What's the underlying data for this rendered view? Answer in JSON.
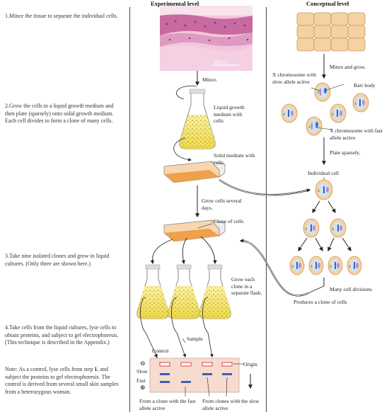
{
  "headers": {
    "experimental": "Experimental level",
    "conceptual": "Conceptual level"
  },
  "steps": [
    "1.Mince the tissue to separate the individual cells.",
    "2.Grow the cells in a liquid growth medium and then plate (sparsely) onto solid growth medium. Each cell divides to form a clone of many cells.",
    "3.Take nine isolated clones and grow in liquid cultures. (Only three are shown here.)",
    "4.Take cells from the liquid cultures, lyse cells to obtain proteins, and subject to gel electrophoresis. (This technique is described in the Appendix.)"
  ],
  "note": {
    "prefix": "Note: As a control, lyse cells from step ",
    "bold": "1",
    "suffix": ", and subject the proteins to gel electrophoresis. The control is derived from several small skin samples from a heterozygous woman."
  },
  "experimental_labels": {
    "scale_bar": "250 µm",
    "mince": "Mince.",
    "liquid_medium": "Liquid growth medium with cells",
    "solid_medium": "Solid medium with cells",
    "grow_days": "Grow cells several days.",
    "clone_of_cells": "Clone of cells",
    "grow_each_clone": "Grow each clone in a separate flask.",
    "sample": "Sample",
    "control": "Control",
    "origin": "Origin",
    "slow": "Slow",
    "fast": "Fast",
    "minus_sign": "⊖",
    "plus_sign": "⊕",
    "from_fast": "From a clone with the fast allele active",
    "from_slow": "From clones with the slow allele active"
  },
  "conceptual_labels": {
    "mince_grow": "Mince and grow.",
    "x_slow": "X chromosome with slow allele active",
    "barr_body": "Barr body",
    "x_fast": "X chromosome with fast allele active",
    "plate_sparsely": "Plate sparsely.",
    "individual_cell": "Individual cell",
    "many_divisions": "Many cell divisions",
    "produces_clone": "Produces a clone of cells",
    "allele_s": "S",
    "allele_f": "F"
  },
  "colors": {
    "tissue_pink": "#d98ab4",
    "cell_tan": "#f5d2a2",
    "cell_blue": "#cfe3f3",
    "medium_yellow": "#f4e46a",
    "gel_bg": "#f6dbcf",
    "band_red": "#d9453d",
    "band_blue": "#3f5fb5",
    "barr_blue": "#3a6fc0",
    "fast_purple": "#b98ad6"
  }
}
